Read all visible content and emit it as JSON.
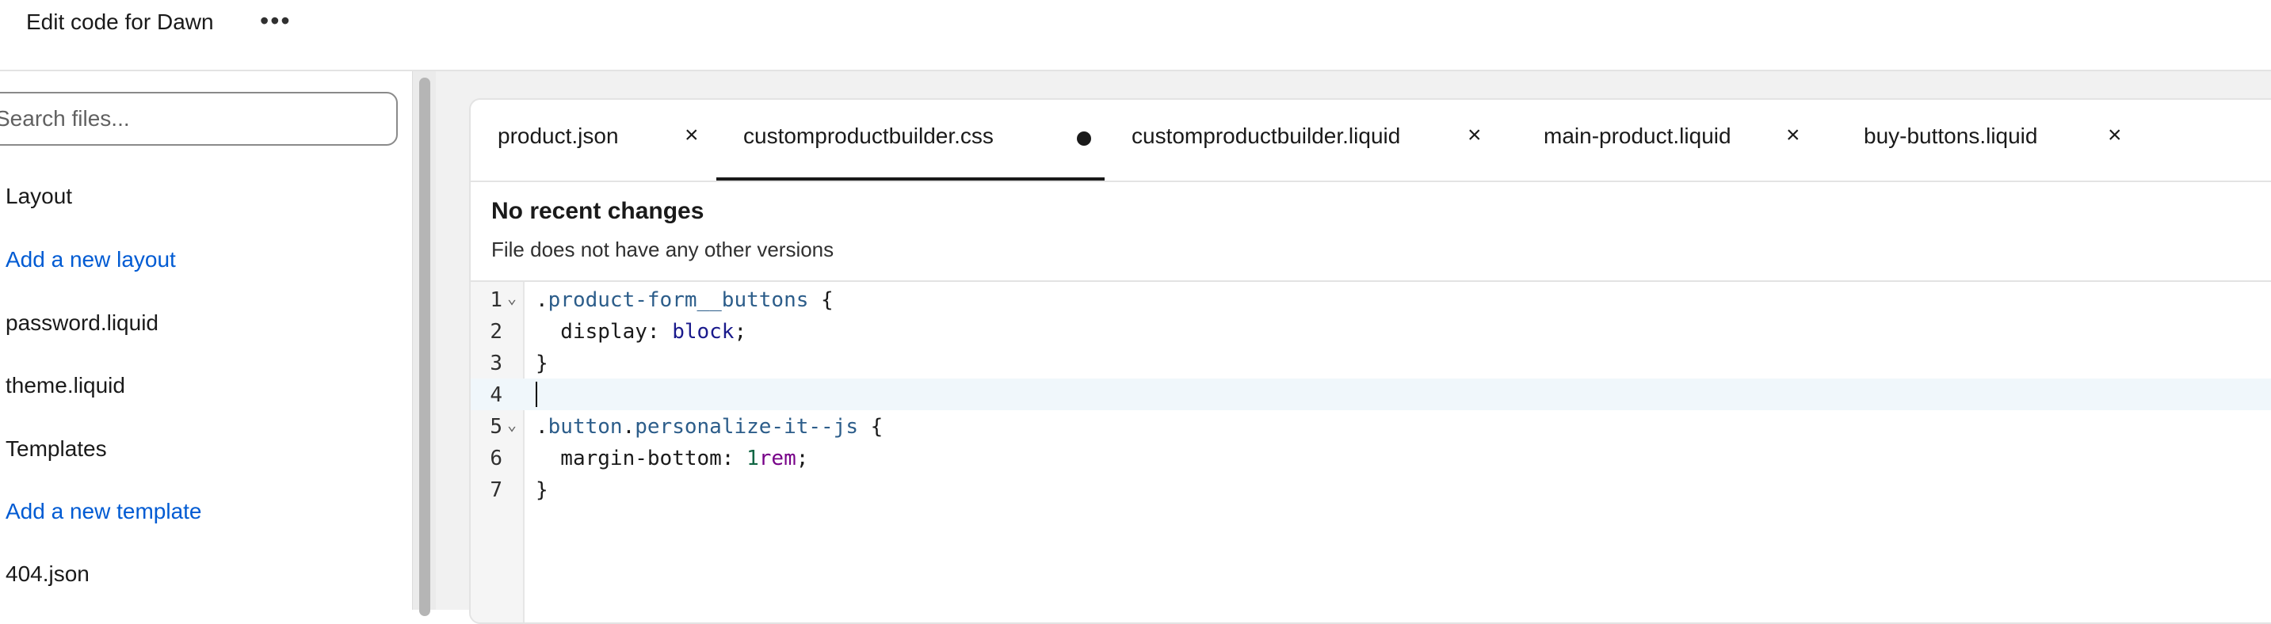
{
  "header": {
    "title": "Edit code for Dawn",
    "more_label": "•••"
  },
  "sidebar": {
    "search_placeholder": "Search files...",
    "items": [
      {
        "label": "Layout",
        "type": "heading"
      },
      {
        "label": "Add a new layout",
        "type": "link"
      },
      {
        "label": "password.liquid",
        "type": "file"
      },
      {
        "label": "theme.liquid",
        "type": "file"
      },
      {
        "label": "Templates",
        "type": "heading"
      },
      {
        "label": "Add a new template",
        "type": "link"
      },
      {
        "label": "404.json",
        "type": "file"
      }
    ]
  },
  "tabs": [
    {
      "label": "product.json",
      "close": "×",
      "active": false,
      "unsaved": false
    },
    {
      "label": "customproductbuilder.css",
      "close": "",
      "active": true,
      "unsaved": true
    },
    {
      "label": "customproductbuilder.liquid",
      "close": "×",
      "active": false,
      "unsaved": false
    },
    {
      "label": "main-product.liquid",
      "close": "×",
      "active": false,
      "unsaved": false
    },
    {
      "label": "buy-buttons.liquid",
      "close": "×",
      "active": false,
      "unsaved": false
    }
  ],
  "notice": {
    "heading": "No recent changes",
    "subtext": "File does not have any other versions"
  },
  "code": {
    "current_line": 4,
    "lines": [
      {
        "n": "1",
        "fold": "⌄",
        "tokens": [
          ".",
          "product-form__buttons",
          " {"
        ]
      },
      {
        "n": "2",
        "fold": "",
        "tokens": [
          "  display: ",
          "block",
          ";"
        ]
      },
      {
        "n": "3",
        "fold": "",
        "tokens": [
          "}"
        ]
      },
      {
        "n": "4",
        "fold": "",
        "tokens": [
          ""
        ]
      },
      {
        "n": "5",
        "fold": "⌄",
        "tokens": [
          ".",
          "button",
          ".",
          "personalize-it--js",
          " {"
        ]
      },
      {
        "n": "6",
        "fold": "",
        "tokens": [
          "  margin-bottom: ",
          "1",
          "rem",
          ";"
        ]
      },
      {
        "n": "7",
        "fold": "",
        "tokens": [
          "}"
        ]
      }
    ]
  },
  "colors": {
    "link": "#005bd3",
    "selector": "#2c5d8a",
    "keyword": "#1a1a8c",
    "unit": "#770088",
    "number": "#116644",
    "current_line_bg": "#f0f7fb"
  }
}
